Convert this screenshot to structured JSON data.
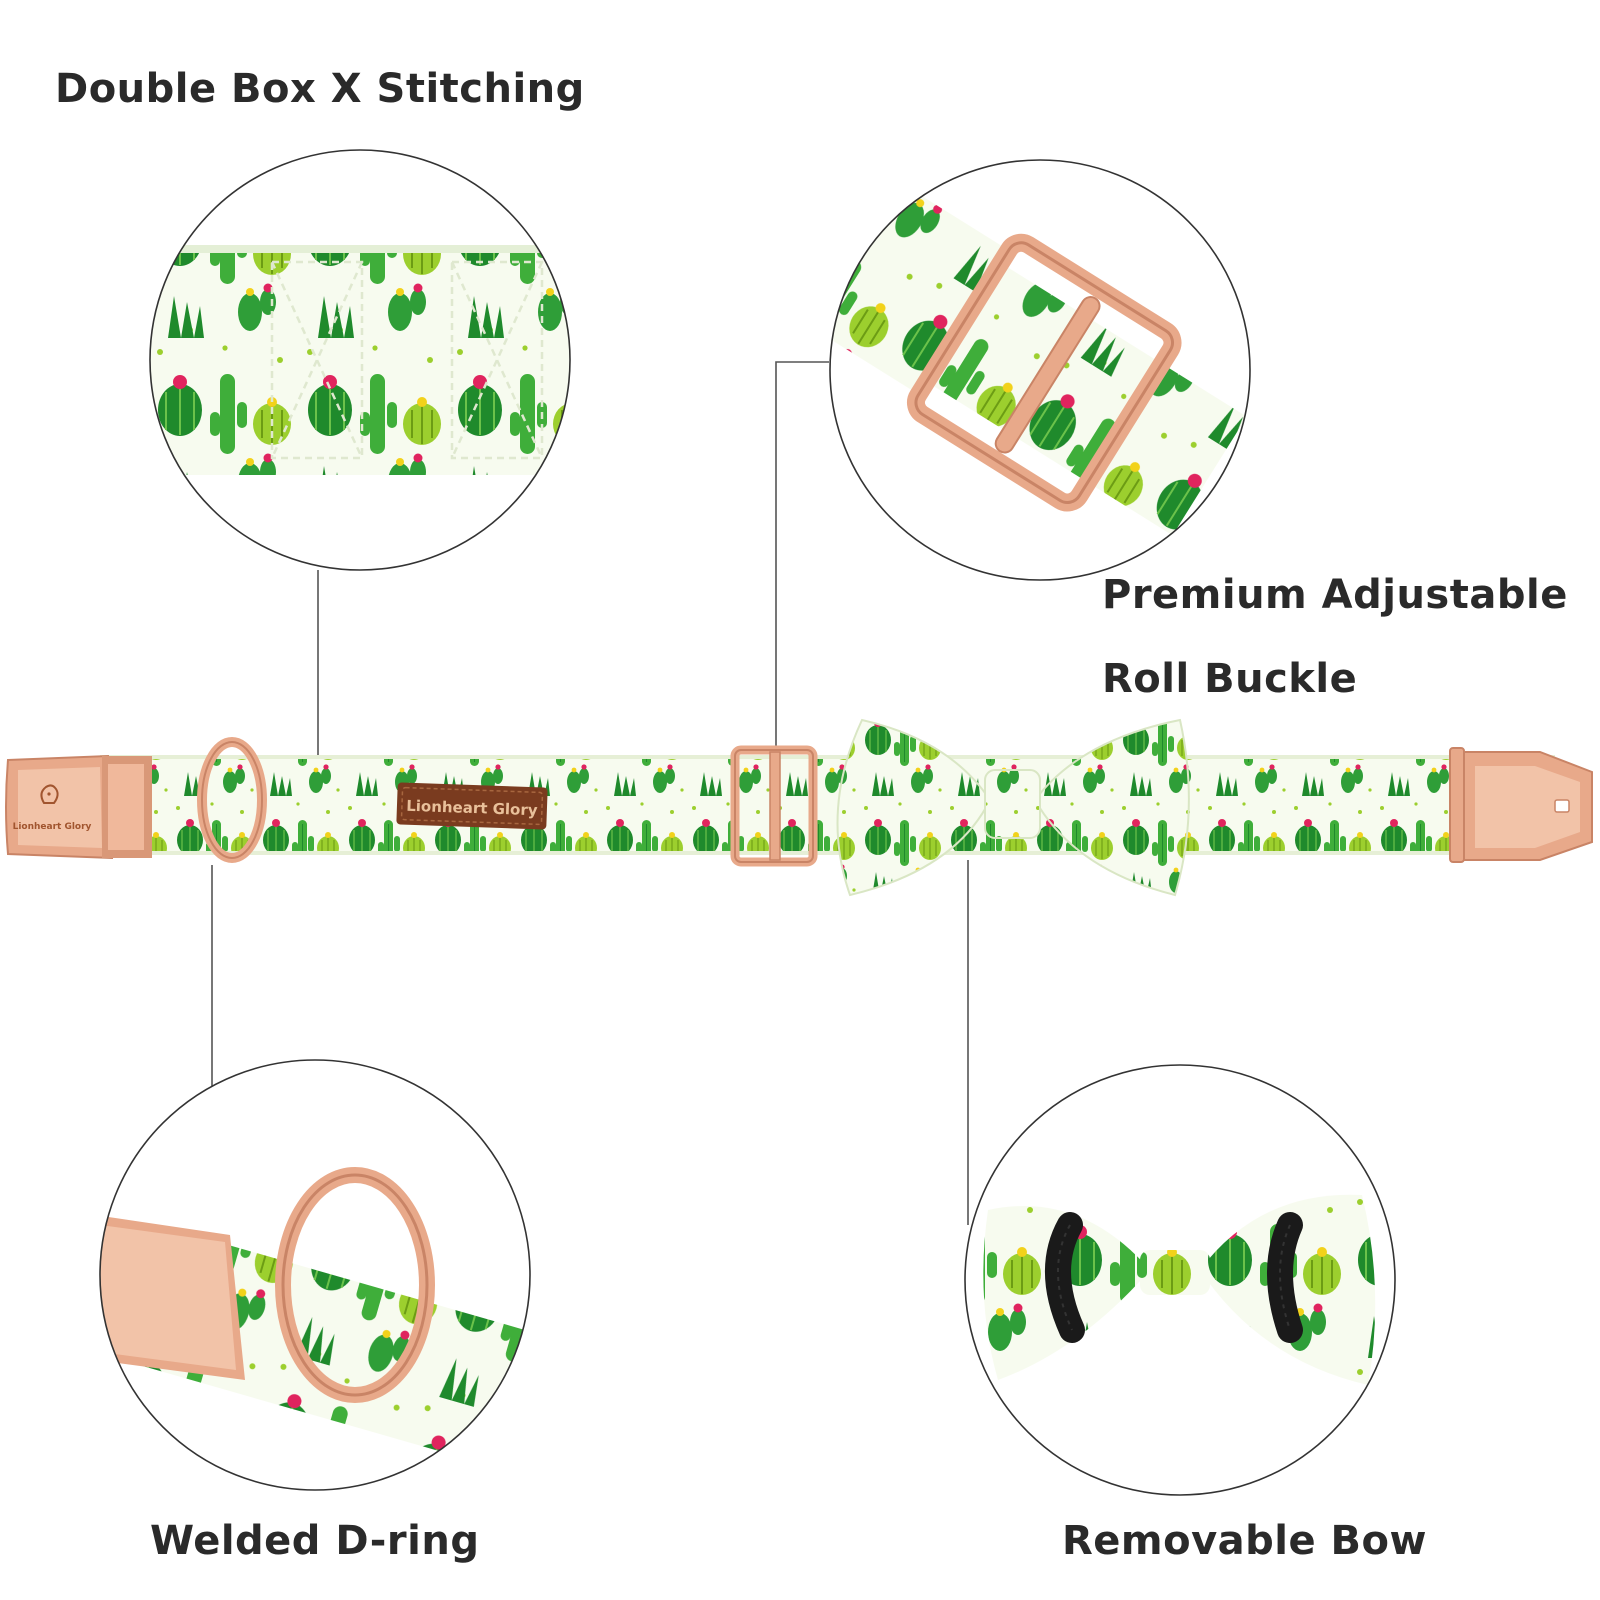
{
  "features": {
    "stitching": "Double Box X Stitching",
    "buckle_line1": "Premium Adjustable",
    "buckle_line2": "Roll Buckle",
    "dring": "Welded D-ring",
    "bow": "Removable Bow"
  },
  "brand": {
    "buckle_text": "Lionheart Glory",
    "patch_text": "Lionheart Glory"
  },
  "colors": {
    "fabric_base": "#f7fbef",
    "cactus_dark": "#1f8a2c",
    "cactus_mid": "#3fae3a",
    "cactus_light": "#9ccf2e",
    "flower_red": "#e0245e",
    "flower_yellow": "#f2d21b",
    "rose_gold": "#e8a98a",
    "rose_gold_dark": "#c98466",
    "leather": "#7a3b1f",
    "elastic": "#1a1a1a",
    "text": "#2a2a2a",
    "line": "#555555"
  }
}
